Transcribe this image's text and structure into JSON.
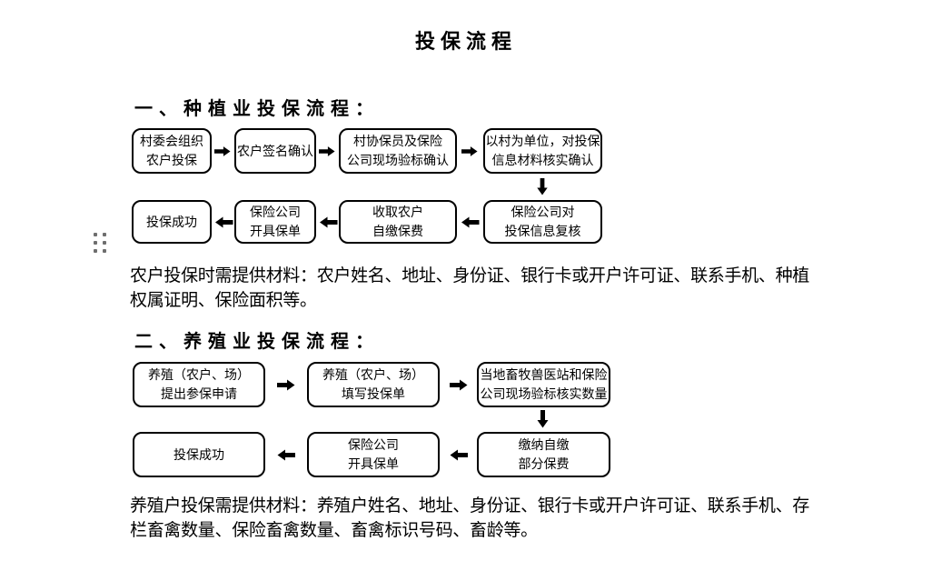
{
  "title": "投保流程",
  "colors": {
    "background": "#ffffff",
    "text": "#000000",
    "box_border": "#000000",
    "box_fill": "#ffffff",
    "arrow": "#000000",
    "drag_handle_dots": "#6e6e6e"
  },
  "icons": {
    "drag_handle": "six-dot-drag-handle",
    "arrow_right": "solid-block-arrow-right",
    "arrow_left": "solid-block-arrow-left",
    "arrow_down": "solid-block-arrow-down"
  },
  "section1": {
    "heading": "一、种植业投保流程：",
    "row1": [
      "村委会组织\n农户投保",
      "农户签名确认",
      "村协保员及保险\n公司现场验标确认",
      "以村为单位，对投保\n信息材料核实确认"
    ],
    "row2": [
      "投保成功",
      "保险公司\n开具保单",
      "收取农户\n自缴保费",
      "保险公司对\n投保信息复核"
    ],
    "note": "农户投保时需提供材料：农户姓名、地址、身份证、银行卡或开户许可证、联系手机、种植权属证明、保险面积等。"
  },
  "section2": {
    "heading": "二、养殖业投保流程：",
    "row1": [
      "养殖（农户、场）\n提出参保申请",
      "养殖（农户、场）\n填写投保单",
      "当地畜牧兽医站和保险\n公司现场验标核实数量"
    ],
    "row2": [
      "投保成功",
      "保险公司\n开具保单",
      "缴纳自缴\n部分保费"
    ],
    "note": "养殖户投保需提供材料：养殖户姓名、地址、身份证、银行卡或开户许可证、联系手机、存栏畜禽数量、保险畜禽数量、畜禽标识号码、畜龄等。"
  }
}
